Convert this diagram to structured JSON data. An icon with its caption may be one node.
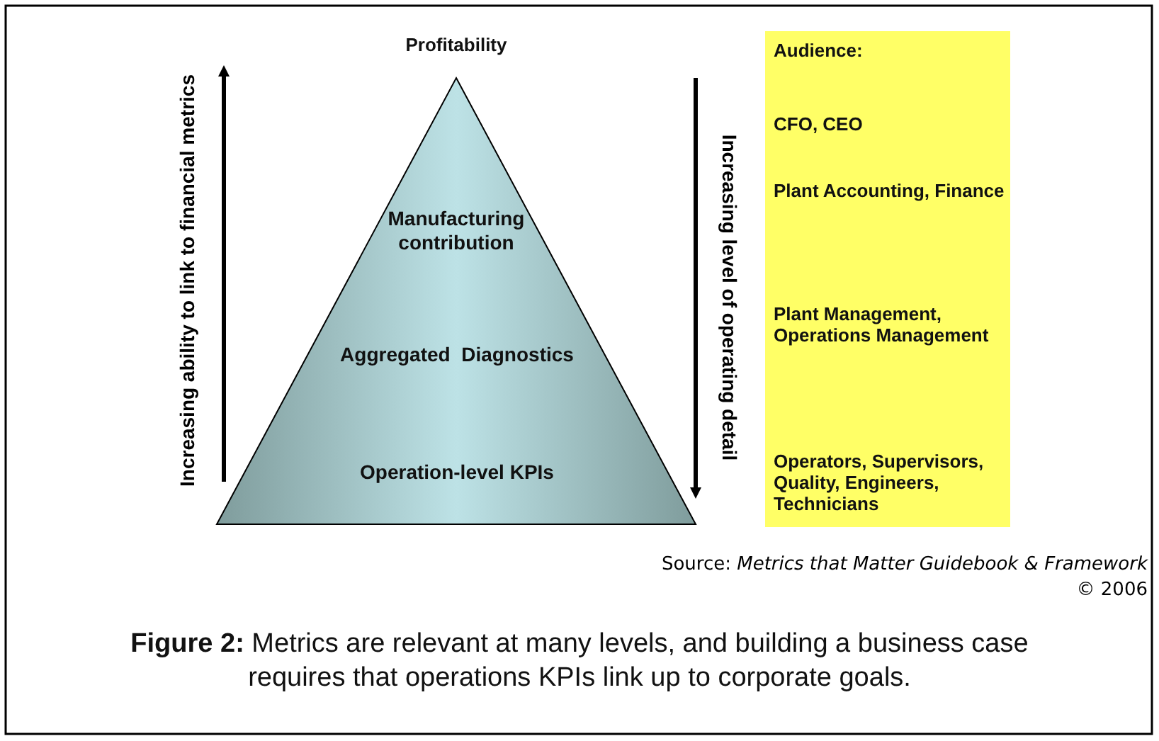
{
  "diagram": {
    "caption": "**Figure 2:** Metrics are relevant at many levels, and building a business case requires that operations KPIs link up to corporate goals.",
    "nodes": [
      {
        "text": [
          "Profitability",
          "Manufacturing contribution",
          "Aggregated  Diagnostics",
          "Operation-level KPIs"
        ]
      },
      {
        "text": [
          "Audience:",
          "CFO, CEO",
          "Plant Accounting, Finance",
          "Plant Management, Operations Management",
          "Operators, Supervisors, Quality, Engineers, Technicians"
        ]
      }
    ],
    "edges": [],
    "labels": [
      "Increasing ability to link to financial metrics",
      "Increasing level of operating detail",
      "Source: *Metrics that Matter Guidebook & Framework*",
      "© 2006"
    ]
  }
}
